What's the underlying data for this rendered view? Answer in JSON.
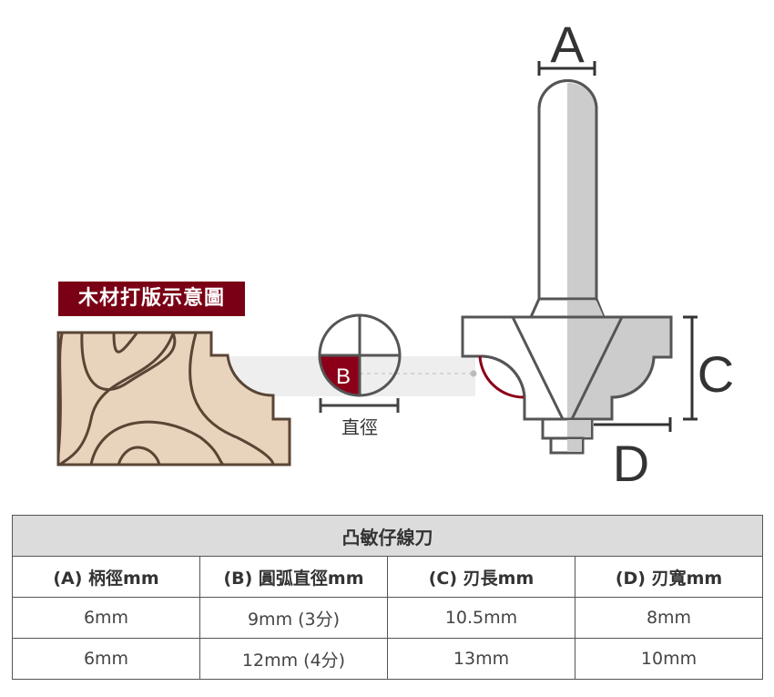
{
  "diagram": {
    "badge": "木材打版示意圖",
    "labels": {
      "a": "A",
      "b": "B",
      "c": "C",
      "d": "D",
      "diameter": "直徑"
    },
    "colors": {
      "accent": "#7a0015",
      "wood": "#e8d4bd",
      "outline": "#5a4535",
      "bit_shade": "#cccccc"
    }
  },
  "table": {
    "title": "凸敏仔線刀",
    "headers": [
      "(A) 柄徑mm",
      "(B) 圓弧直徑mm",
      "(C) 刃長mm",
      "(D) 刃寬mm"
    ],
    "rows": [
      [
        "6mm",
        "9mm (3分)",
        "10.5mm",
        "8mm"
      ],
      [
        "6mm",
        "12mm (4分)",
        "13mm",
        "10mm"
      ]
    ]
  }
}
